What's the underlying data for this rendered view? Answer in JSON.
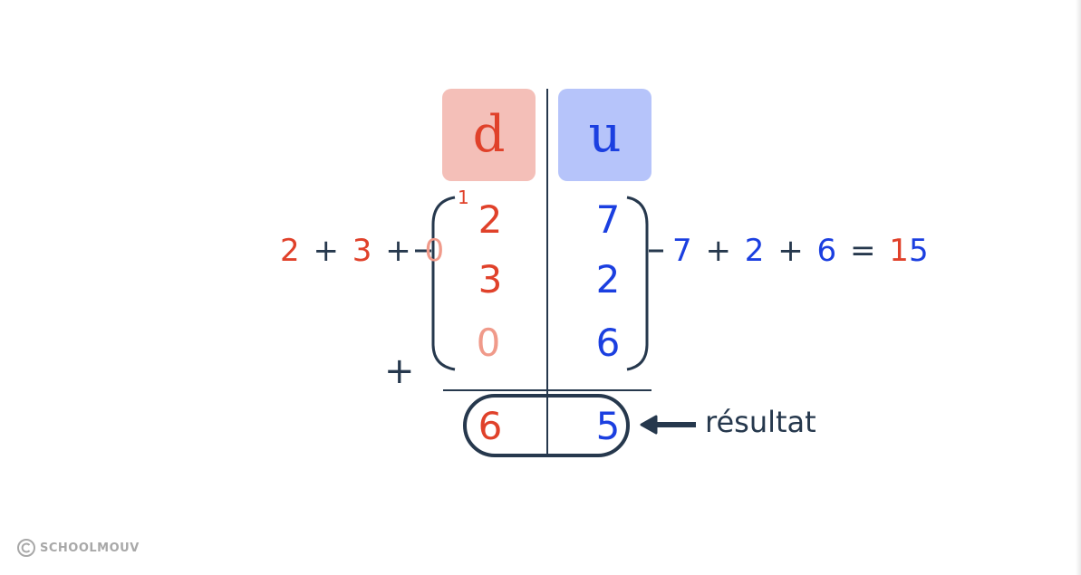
{
  "headers": {
    "tens": "d",
    "units": "u"
  },
  "carry": "1",
  "tens_column": [
    "2",
    "3",
    "0"
  ],
  "units_column": [
    "7",
    "2",
    "6"
  ],
  "operator": "+",
  "tens_sum": {
    "terms": [
      "2",
      "3",
      "0"
    ],
    "operators": [
      "+",
      "+"
    ]
  },
  "units_sum": {
    "terms": [
      "7",
      "2",
      "6"
    ],
    "operators": [
      "+",
      "+"
    ],
    "equals": "=",
    "result_tens": "1",
    "result_units": "5"
  },
  "result": {
    "tens": "6",
    "units": "5"
  },
  "result_label": "résultat",
  "logo": {
    "text": "SCHOOLMOUV",
    "icon": "copyright-icon"
  },
  "colors": {
    "tens": "#e0412a",
    "tens_light": "#f09a8a",
    "units": "#1b3fe0",
    "dark": "#26384d",
    "tens_bg": "#f4bfb8",
    "units_bg": "#b6c4fa"
  }
}
